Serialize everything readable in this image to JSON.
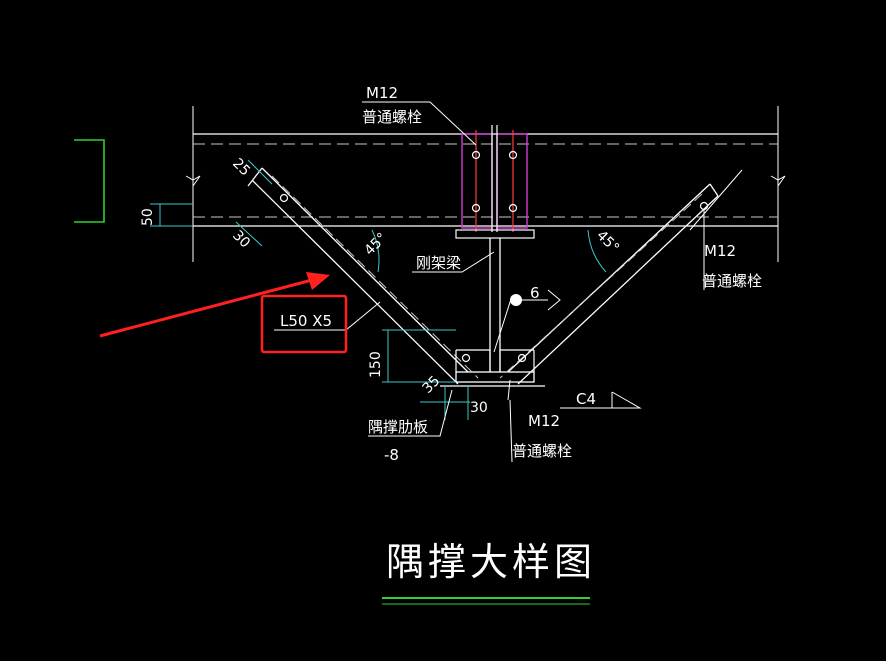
{
  "drawing": {
    "title": "隅撑大样图",
    "labels": {
      "bolt_top_size": "M12",
      "bolt_top_type": "普通螺栓",
      "bolt_right_size": "M12",
      "bolt_right_type": "普通螺栓",
      "bolt_bottom_size": "M12",
      "bolt_bottom_type": "普通螺栓",
      "beam_label": "刚架梁",
      "angle_label": "L50 X5",
      "gusset_label": "隅撑肋板",
      "gusset_thickness": "-8",
      "weld_size": "6",
      "weld_c": "C4"
    },
    "dimensions": {
      "dim_50": "50",
      "dim_150": "150",
      "dim_25": "25",
      "dim_30_left": "30",
      "dim_30_bottom": "30",
      "dim_35_bottom": "35",
      "angle_left": "45°",
      "angle_right": "45°"
    }
  },
  "colors": {
    "background": "#000000",
    "line": "#ffffff",
    "centerline": "#c8c8c8",
    "dimension": "#3cc8c8",
    "bolt_plate": "#d23cd2",
    "bolt_line": "#ff3c3c",
    "annotation_arrow": "#ff2020",
    "highlight_box": "#ff2020",
    "symbol_green": "#30d030"
  }
}
